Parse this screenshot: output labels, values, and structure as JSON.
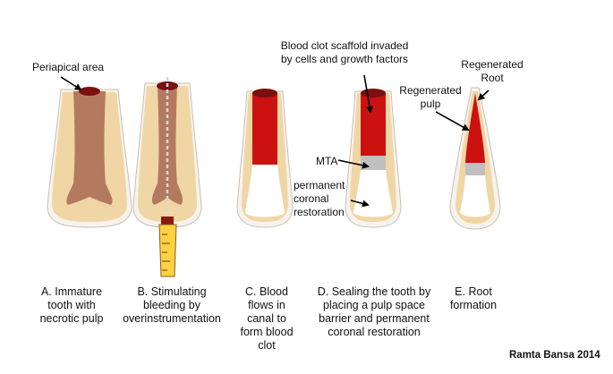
{
  "labels": {
    "periapical_area": "Periapical area",
    "blood_clot_scaffold": "Blood clot scaffold invaded by cells and growth factors",
    "mta": "MTA",
    "permanent_coronal_restoration": "permanent coronal restoration",
    "regenerated_root": "Regenerated Root",
    "regenerated_pulp": "Regenerated pulp"
  },
  "captions": {
    "a": "A. Immature tooth with necrotic pulp",
    "b": "B. Stimulating bleeding by overinstrumentation",
    "c": "C. Blood flows in canal to form blood clot",
    "d": "D. Sealing the tooth by placing a pulp space barrier and permanent coronal restoration",
    "e": "E. Root formation"
  },
  "credit": "Ramta Bansa 2014",
  "colors": {
    "dentin": "#f0d6a4",
    "outline": "#c8c0b4",
    "necrotic_pulp": "#b47a60",
    "blood": "#cc1111",
    "apex": "#7a1010",
    "mta": "#c0c0c0",
    "restoration": "#ffffff",
    "syringe": "#ffd040"
  }
}
